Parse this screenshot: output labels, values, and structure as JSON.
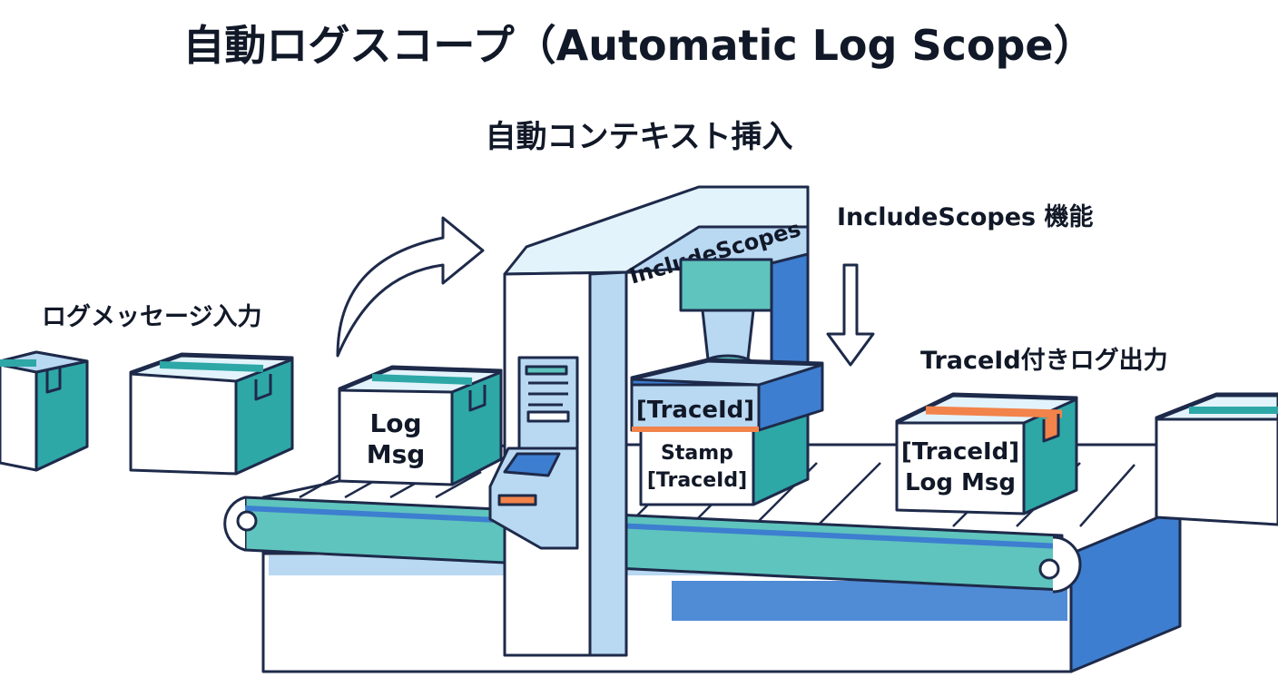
{
  "title": "自動ログスコープ（Automatic Log Scope）",
  "subtitle": "自動コンテキスト挿入",
  "labels": {
    "input": "ログメッセージ入力",
    "feature": "IncludeScopes 機能",
    "output": "TraceId付きログ出力",
    "arch": "IncludeScopes"
  },
  "boxes": {
    "input_line1": "Log",
    "input_line2": "Msg",
    "stamp_tag": "[TraceId]",
    "stamped_line1": "Stamp",
    "stamped_line2": "[TraceId]",
    "output_line1": "[TraceId]",
    "output_line2": "Log Msg"
  },
  "colors": {
    "outline": "#1e2a4a",
    "teal": "#2ea7a7",
    "teal_light": "#5fc4bd",
    "blue": "#3d7ed0",
    "blue_light": "#b9d8f2",
    "orange": "#f2834a"
  }
}
